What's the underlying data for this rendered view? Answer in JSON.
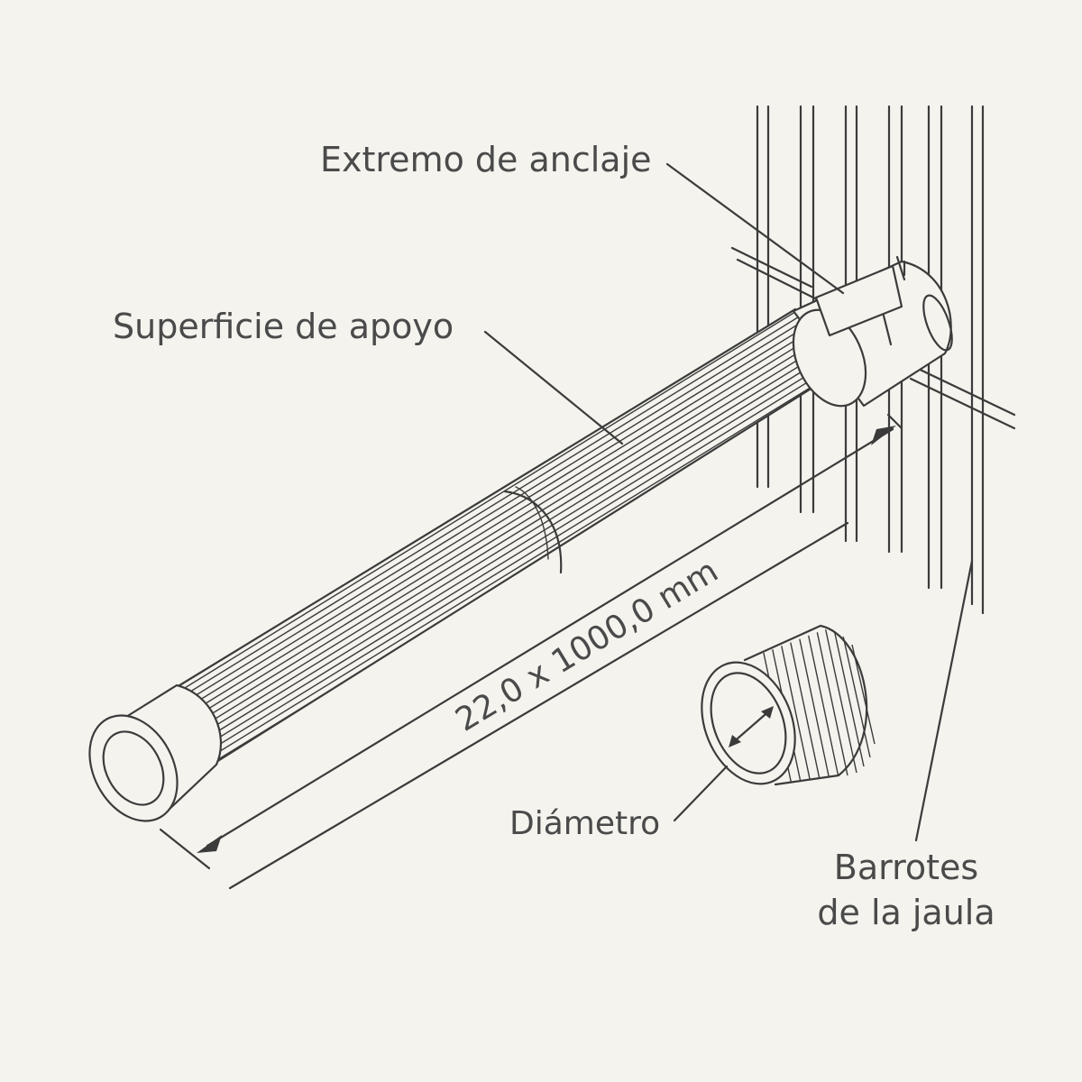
{
  "labels": {
    "anchor_end": "Extremo de anclaje",
    "bearing_surface": "Superficie de apoyo",
    "dimension": "22,0 x 1000,0 mm",
    "diameter": "Diámetro",
    "cage_bars_line1": "Barrotes",
    "cage_bars_line2": "de la jaula"
  },
  "colors": {
    "background": "#f4f3ee",
    "line": "#3b3b3b",
    "text": "#4a4a4a"
  }
}
